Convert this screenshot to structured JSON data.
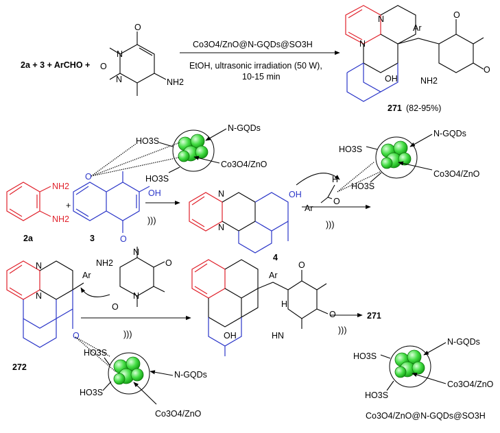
{
  "reaction": {
    "reactants_text": "2a + 3 + ArCHO +",
    "catalyst": "Co3O4/ZnO@N-GQDs@SO3H",
    "conditions1": "EtOH, ultrasonic irradiation (50 W),",
    "conditions2": "10-15 min",
    "product_label": "271",
    "product_yield": "(82-95%)"
  },
  "atoms": {
    "N": "N",
    "O": "O",
    "OH": "OH",
    "NH2": "NH2",
    "Ar": "Ar",
    "H": "H",
    "HN": "HN"
  },
  "catalyst_labels": {
    "ngqds": "N-GQDs",
    "co3o4_zno": "Co3O4/ZnO",
    "so3h": "HO3S",
    "full_name": "Co3O4/ZnO@N-GQDs@SO3H"
  },
  "compounds": {
    "c2a": "2a",
    "c3": "3",
    "c4": "4",
    "c272": "272",
    "c271": "271"
  },
  "sonication": ")))",
  "plus": "+"
}
